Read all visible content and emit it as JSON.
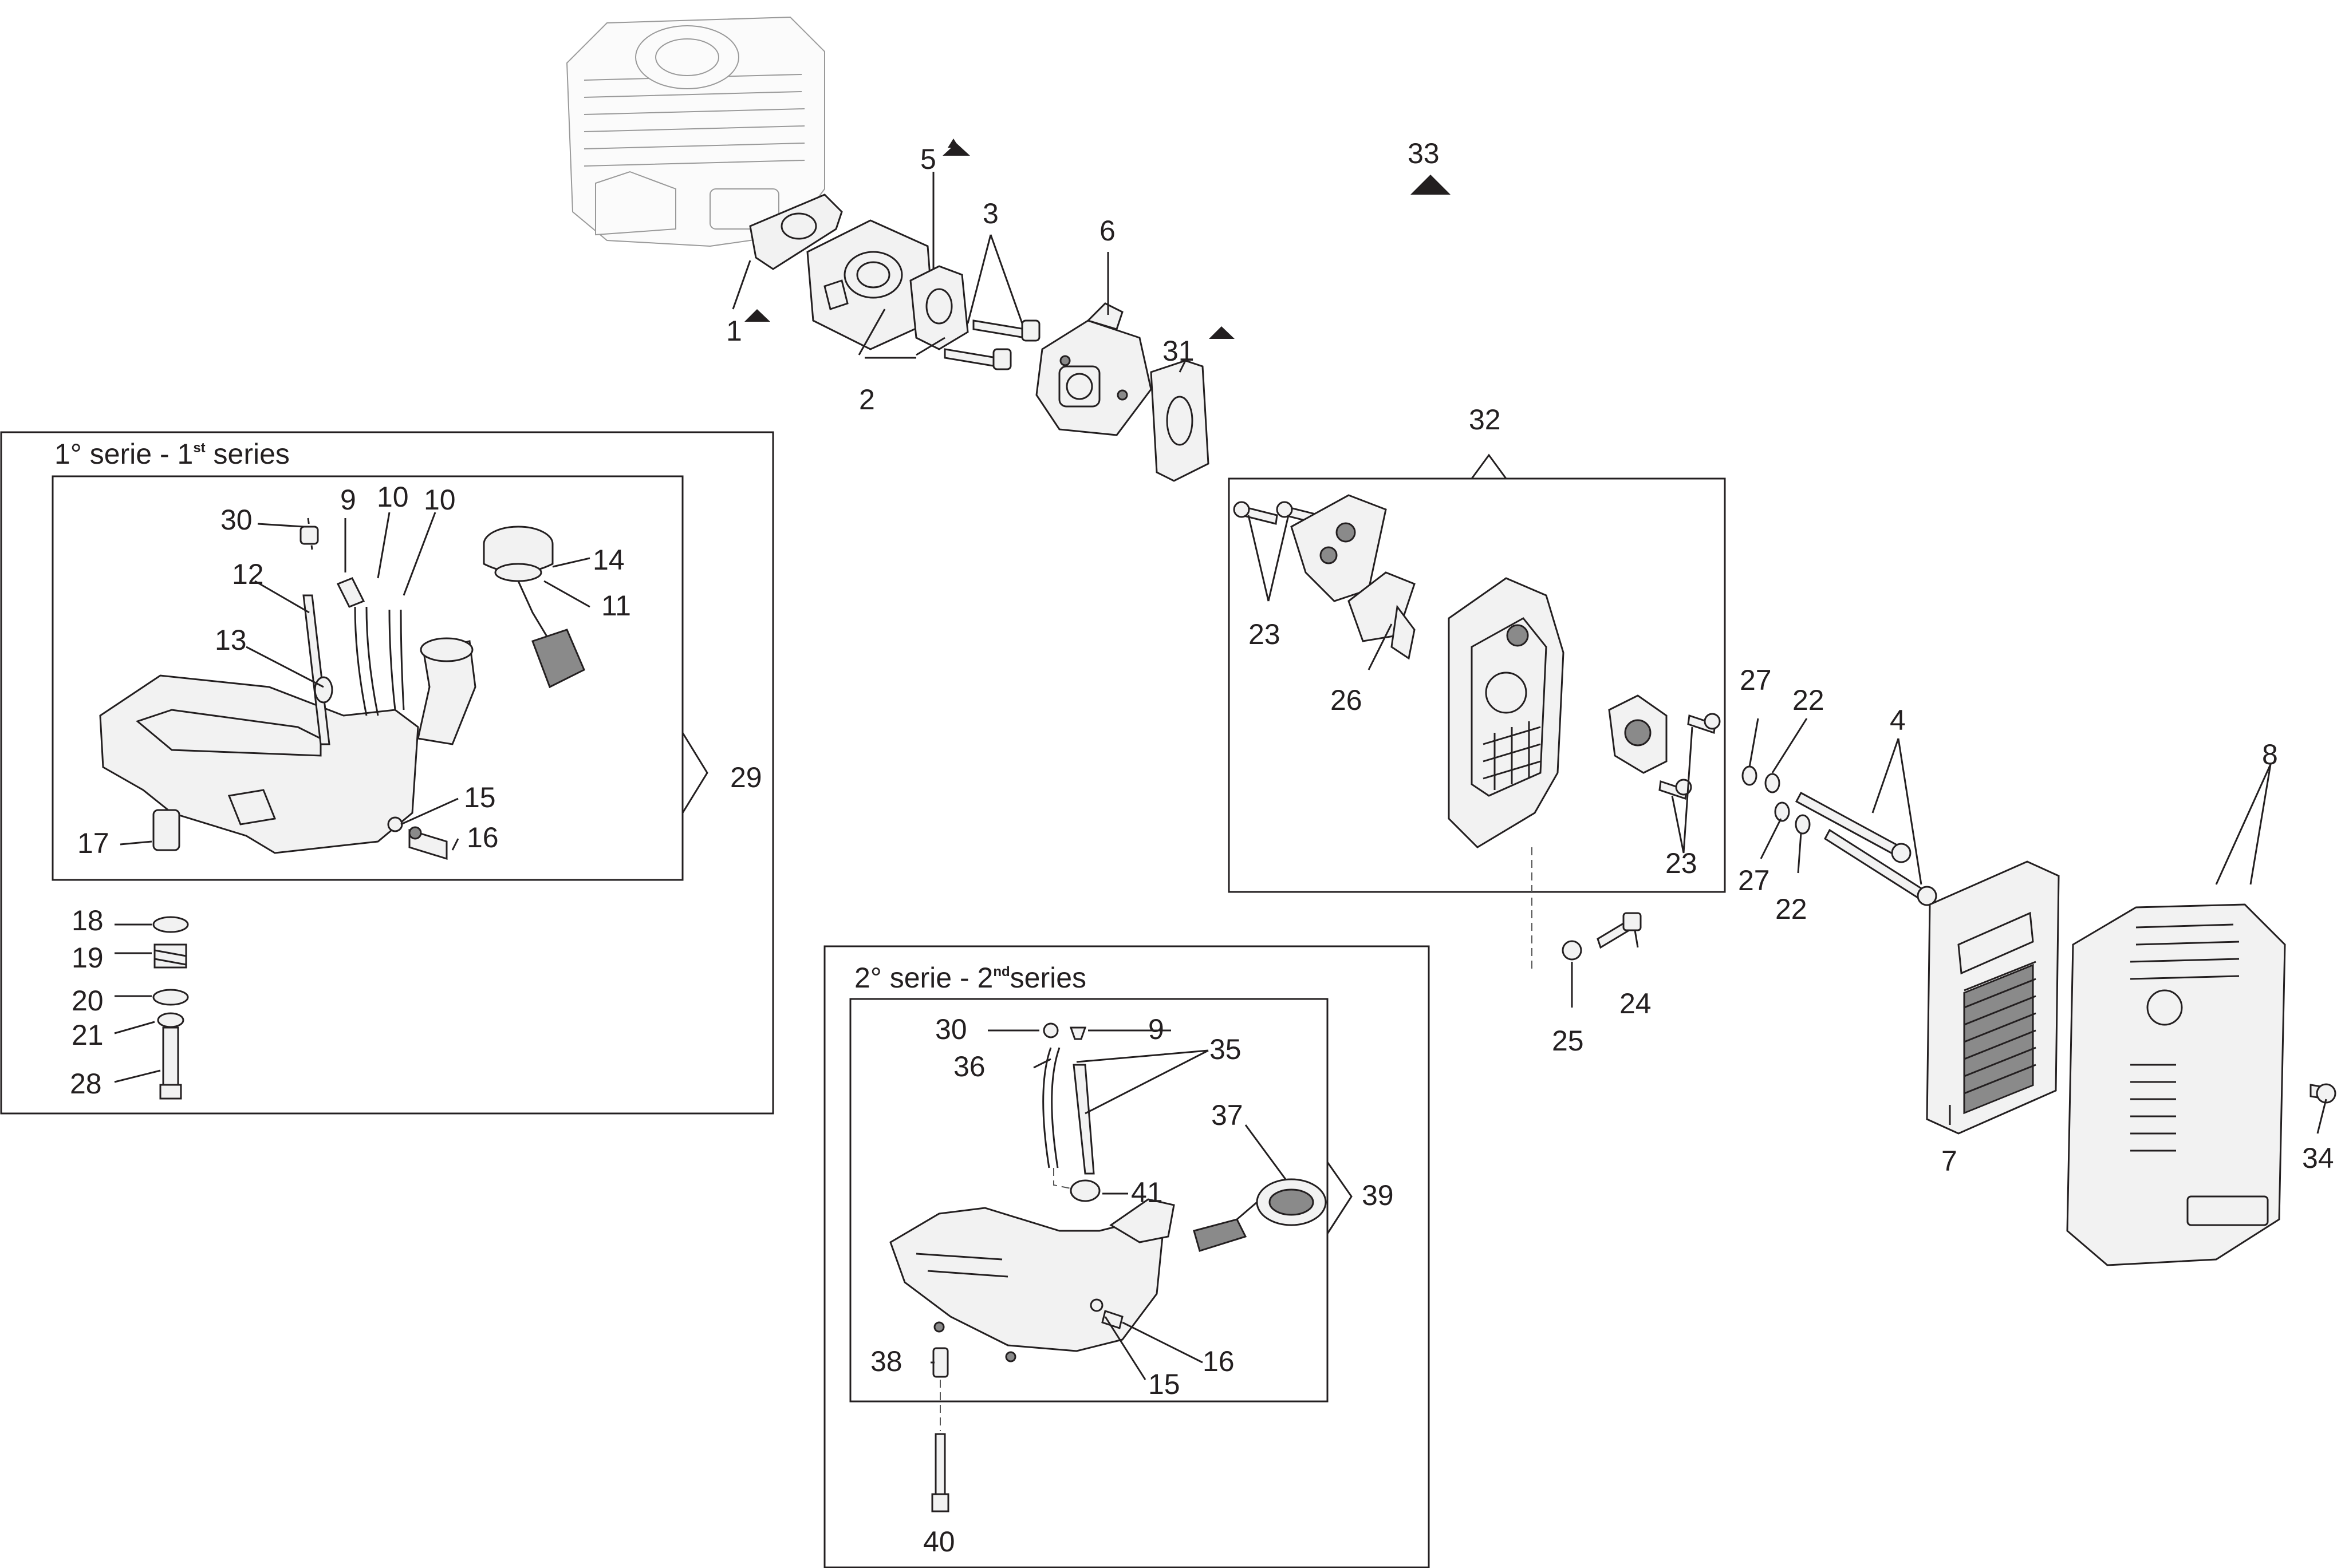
{
  "series_1": {
    "heading": "1° serie - 1",
    "sup": "st",
    "tail": " series"
  },
  "series_2": {
    "heading": "2° serie - 2",
    "sup": "nd",
    "tail": "series"
  },
  "labels": {
    "n1": "1",
    "n2": "2",
    "n3": "3",
    "n4": "4",
    "n5": "5",
    "n6": "6",
    "n7": "7",
    "n8": "8",
    "n9a": "9",
    "n9b": "9",
    "n10a": "10",
    "n10b": "10",
    "n11": "11",
    "n12": "12",
    "n13": "13",
    "n14": "14",
    "n15a": "15",
    "n15b": "15",
    "n16a": "16",
    "n16b": "16",
    "n17": "17",
    "n18": "18",
    "n19": "19",
    "n20": "20",
    "n21": "21",
    "n22a": "22",
    "n22b": "22",
    "n23a": "23",
    "n23b": "23",
    "n24": "24",
    "n25": "25",
    "n26": "26",
    "n27a": "27",
    "n27b": "27",
    "n28": "28",
    "n29": "29",
    "n30a": "30",
    "n30b": "30",
    "n31": "31",
    "n32": "32",
    "n33": "33",
    "n34": "34",
    "n35": "35",
    "n36": "36",
    "n37": "37",
    "n38": "38",
    "n39": "39",
    "n40": "40",
    "n41": "41"
  },
  "colors": {
    "ink": "#231f20",
    "part_fill": "#f2f2f2",
    "dark_fill": "#8a8a8a",
    "ghost": "#9a9a9a"
  }
}
